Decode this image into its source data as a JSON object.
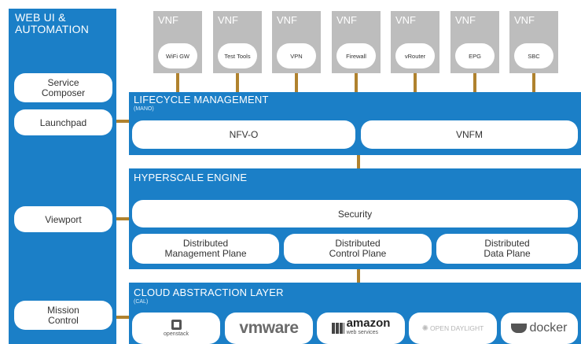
{
  "sidebar": {
    "title_line1": "WEB UI &",
    "title_line2": "AUTOMATION",
    "items": [
      {
        "label": "Service Composer"
      },
      {
        "label": "Launchpad"
      },
      {
        "label": "Viewport"
      },
      {
        "label": "Mission Control"
      }
    ]
  },
  "vnfs": [
    {
      "header": "VNF",
      "label": "WiFi GW"
    },
    {
      "header": "VNF",
      "label": "Test Tools"
    },
    {
      "header": "VNF",
      "label": "VPN"
    },
    {
      "header": "VNF",
      "label": "Firewall"
    },
    {
      "header": "VNF",
      "label": "vRouter"
    },
    {
      "header": "VNF",
      "label": "EPG"
    },
    {
      "header": "VNF",
      "label": "SBC"
    }
  ],
  "lifecycle": {
    "title": "LIFECYCLE MANAGEMENT",
    "subtitle": "(MANO)",
    "nfvo": "NFV-O",
    "vnfm": "VNFM"
  },
  "hyperscale": {
    "title": "HYPERSCALE ENGINE",
    "security": "Security",
    "planes": [
      {
        "line1": "Distributed",
        "line2": "Management Plane"
      },
      {
        "line1": "Distributed",
        "line2": "Control Plane"
      },
      {
        "line1": "Distributed",
        "line2": "Data Plane"
      }
    ]
  },
  "cal": {
    "title": "CLOUD ABSTRACTION LAYER",
    "subtitle": "(CAL)",
    "logos": {
      "openstack": "openstack",
      "vmware": "vmware",
      "amazon": "amazon",
      "amazon_sub": "web services",
      "opendaylight": "OPEN DAYLIGHT",
      "docker": "docker"
    }
  },
  "colors": {
    "panel": "#1b7fc7",
    "connector": "#b0822e",
    "vnf": "#bdbdbd"
  }
}
